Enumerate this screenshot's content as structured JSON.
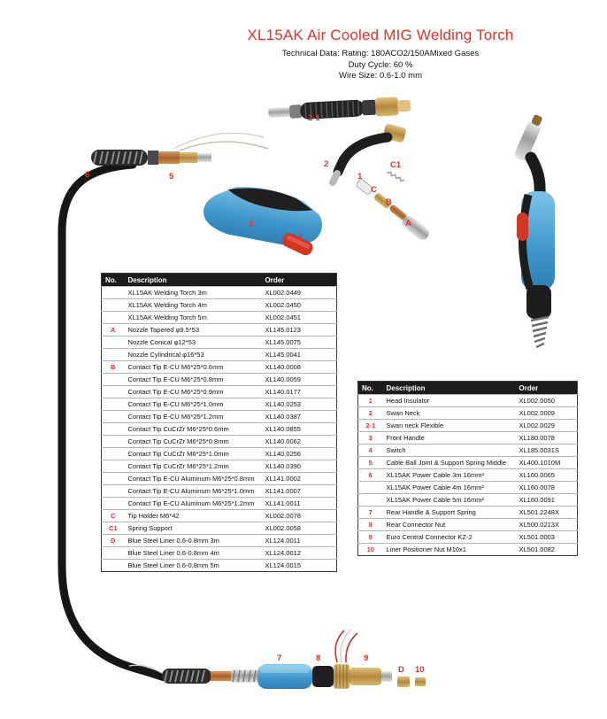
{
  "header": {
    "title": "XL15AK Air Cooled MIG Welding Torch",
    "tech_rating": "Technical Data: Rating: 180ACO2/150AMixed Gases",
    "tech_duty": "Duty Cycle: 60 %",
    "tech_wire": "Wire Size: 0.6-1.0 mm"
  },
  "colors": {
    "accent_red": "#e8312a",
    "torch_blue": "#4ea6d9",
    "table_header_bg": "#1c1c1c",
    "brass": "#c59a50"
  },
  "diagram_labels": {
    "a": "A",
    "b": "B",
    "c": "C",
    "c1": "C1",
    "d": "D",
    "n1": "1",
    "n2": "2",
    "n2_1": "2-1",
    "n3": "3",
    "n4": "4",
    "n5": "5",
    "n6": "6",
    "n7": "7",
    "n8": "8",
    "n9": "9",
    "n10": "10"
  },
  "left_table": {
    "headers": [
      "No.",
      "Description",
      "Order"
    ],
    "rows": [
      {
        "no": "",
        "description": "XL15AK Welding Torch 3m",
        "order": "XL002.0449"
      },
      {
        "no": "",
        "description": "XL15AK Welding Torch 4m",
        "order": "XL002.0450"
      },
      {
        "no": "",
        "description": "XL15AK Welding Torch 5m",
        "order": "XL002.0451"
      },
      {
        "no": "A",
        "description": "Nozzle Tapered φ9.5*53",
        "order": "XL145.0123"
      },
      {
        "no": "",
        "description": "Nozzle Conical φ12*53",
        "order": "XL145.0075"
      },
      {
        "no": "",
        "description": "Nozzle Cylindrical φ16*53",
        "order": "XL145.0041"
      },
      {
        "no": "B",
        "description": "Contact Tip E-CU M6*25*0.6mm",
        "order": "XL140.0008"
      },
      {
        "no": "",
        "description": "Contact Tip E-CU M6*25*0.8mm",
        "order": "XL140.0059"
      },
      {
        "no": "",
        "description": "Contact Tip E-CU M6*25*0.9mm",
        "order": "XL140.0177"
      },
      {
        "no": "",
        "description": "Contact Tip E-CU M6*25*1.0mm",
        "order": "XL140.0253"
      },
      {
        "no": "",
        "description": "Contact Tip E-CU M6*25*1.2mm",
        "order": "XL140.0387"
      },
      {
        "no": "",
        "description": "Contact Tip CuCrZr M6*25*0.6mm",
        "order": "XL140.0855"
      },
      {
        "no": "",
        "description": "Contact Tip CuCrZr M6*25*0.8mm",
        "order": "XL140.0062"
      },
      {
        "no": "",
        "description": "Contact Tip CuCrZr M6*25*1.0mm",
        "order": "XL140.0256"
      },
      {
        "no": "",
        "description": "Contact Tip CuCrZr M6*25*1.2mm",
        "order": "XL140.0390"
      },
      {
        "no": "",
        "description": "Contact Tip E-CU Aluminum M6*25*0.8mm",
        "order": "XL141.0002"
      },
      {
        "no": "",
        "description": "Contact Tip E-CU Aluminum M6*25*1.0mm",
        "order": "XL141.0007"
      },
      {
        "no": "",
        "description": "Contact Tip E-CU Aluminum M6*25*1.2mm",
        "order": "XL141.0011"
      },
      {
        "no": "C",
        "description": "Tip Holder M6*42",
        "order": "XL002.0078"
      },
      {
        "no": "C1",
        "description": "Spring Support",
        "order": "XL002.0058"
      },
      {
        "no": "D",
        "description": "Blue Steel Liner 0.6-0.8mm 3m",
        "order": "XL124.0011"
      },
      {
        "no": "",
        "description": "Blue Steel Liner 0.6-0.8mm 4m",
        "order": "XL124.0012"
      },
      {
        "no": "",
        "description": "Blue Steel Liner 0.6-0.8mm 5m",
        "order": "XL124.0015"
      }
    ]
  },
  "right_table": {
    "headers": [
      "No.",
      "Description",
      "Order"
    ],
    "rows": [
      {
        "no": "1",
        "description": "Head Insulator",
        "order": "XL002.0050"
      },
      {
        "no": "2",
        "description": "Swan Neck",
        "order": "XL002.0009"
      },
      {
        "no": "2-1",
        "description": "Swan neck Flexible",
        "order": "XL002.0029"
      },
      {
        "no": "3",
        "description": "Front Handle",
        "order": "XL180.0078"
      },
      {
        "no": "4",
        "description": "Switch",
        "order": "XL185.0031S"
      },
      {
        "no": "5",
        "description": "Cable Ball Joint & Support Spring Middle",
        "order": "XL400.1010M"
      },
      {
        "no": "6",
        "description": "XL15AK Power Cable 3m 16mm²",
        "order": "XL160.0065"
      },
      {
        "no": "",
        "description": "XL15AK Power Cable 4m 16mm²",
        "order": "XL160.0078"
      },
      {
        "no": "",
        "description": "XL15AK Power Cable 5m 16mm²",
        "order": "XL160.0091"
      },
      {
        "no": "7",
        "description": "Rear Handle & Support Spring",
        "order": "XL501.2248X"
      },
      {
        "no": "8",
        "description": "Rear Connector Nut",
        "order": "XL500.0213X"
      },
      {
        "no": "9",
        "description": "Euro Central Connector KZ-2",
        "order": "XL501.0003"
      },
      {
        "no": "10",
        "description": "Liner Positioner Nut M10x1",
        "order": "XL501.0082"
      }
    ]
  }
}
